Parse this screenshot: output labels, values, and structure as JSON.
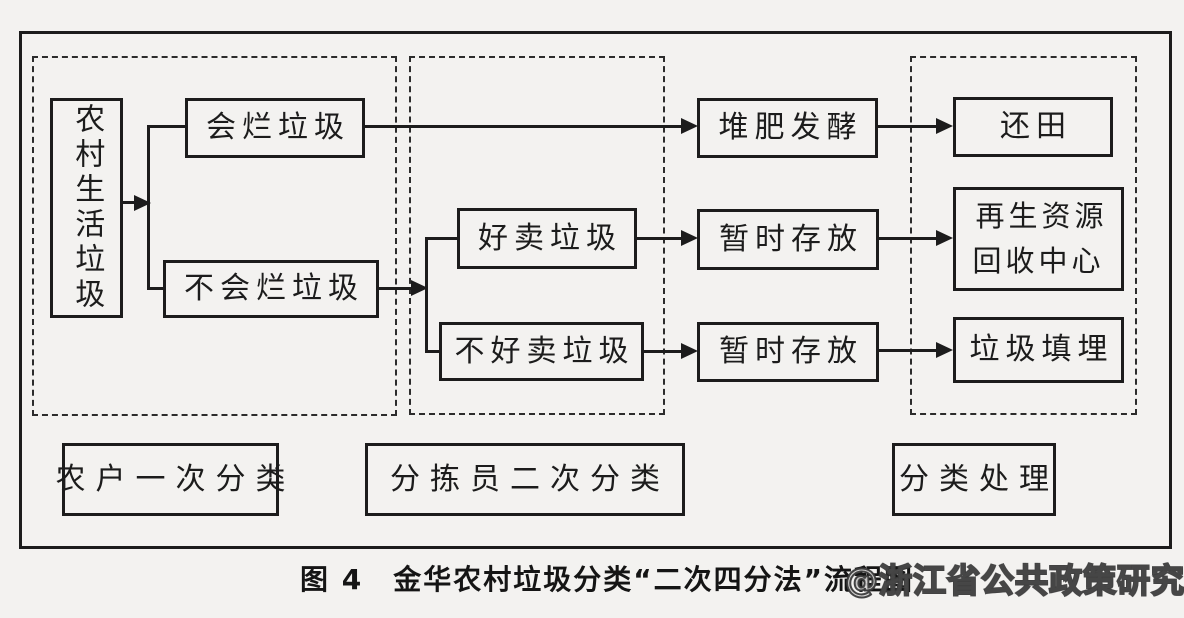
{
  "colors": {
    "background": "#f3f2f0",
    "line": "#1c1c1c",
    "text": "#1c1c1c",
    "watermark_stroke": "#3a3a3a"
  },
  "flowchart": {
    "source": {
      "label": "农村生活垃圾"
    },
    "stage1": {
      "rot": {
        "label": "会烂垃圾"
      },
      "norot": {
        "label": "不会烂垃圾"
      }
    },
    "stage2": {
      "sell": {
        "label": "好卖垃圾"
      },
      "nosell": {
        "label": "不好卖垃圾"
      }
    },
    "process": {
      "compost": {
        "label": "堆肥发酵"
      },
      "store1": {
        "label": "暂时存放"
      },
      "store2": {
        "label": "暂时存放"
      }
    },
    "dest": {
      "field": {
        "label": "还田"
      },
      "recycle": {
        "label": "再生资源\n回收中心"
      },
      "landfill": {
        "label": "垃圾填埋"
      }
    },
    "groups": {
      "first": {
        "label": "农户一次分类"
      },
      "second": {
        "label": "分拣员二次分类"
      },
      "handle": {
        "label": "分类处理"
      }
    }
  },
  "caption": {
    "text": "图 4　金华农村垃圾分类“二次四分法”流程图"
  },
  "watermark": {
    "text": "@浙江省公共政策研究院"
  }
}
